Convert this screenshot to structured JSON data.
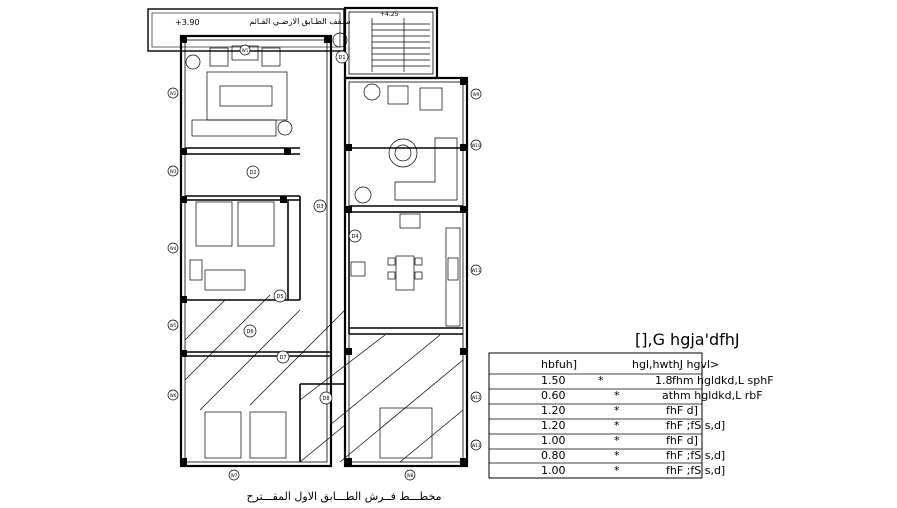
{
  "plan": {
    "caption": "مخطـــط فــرش الطـــابق الاول المقـــترح",
    "roof_label": "سـقف الطـابق الارضـي القـائم",
    "level_label": "+3.90",
    "stair_note": "+4.25",
    "door_tags": [
      "D1",
      "D2",
      "D3",
      "D4",
      "D5",
      "D6",
      "D7",
      "D8"
    ],
    "window_tags": [
      "W1",
      "W2",
      "W3",
      "W4",
      "W5",
      "W6",
      "W7",
      "W8",
      "W9",
      "W10",
      "W11",
      "W12",
      "W13"
    ]
  },
  "schedule": {
    "title": "[],G hgja'dfhJ",
    "headers": [
      "hbfuh]",
      "hgl,hwthJ hgvl>"
    ],
    "rows": [
      {
        "dim": "1.50",
        "sep": "*",
        "val": "1.8",
        "desc": "fhm hgldkd,L sphF"
      },
      {
        "dim": "0.60",
        "sep": "*",
        "val": "",
        "desc": "athm hgldkd,L rbF"
      },
      {
        "dim": "1.20",
        "sep": "*",
        "val": "",
        "desc": "fhF d]"
      },
      {
        "dim": "1.20",
        "sep": "*",
        "val": "",
        "desc": "fhF ;fS s,d]"
      },
      {
        "dim": "1.00",
        "sep": "*",
        "val": "",
        "desc": "fhF d]"
      },
      {
        "dim": "0.80",
        "sep": "*",
        "val": "",
        "desc": "fhF ;fS s,d]"
      },
      {
        "dim": "1.00",
        "sep": "*",
        "val": "",
        "desc": "fhF ;fS s,d]"
      }
    ]
  }
}
